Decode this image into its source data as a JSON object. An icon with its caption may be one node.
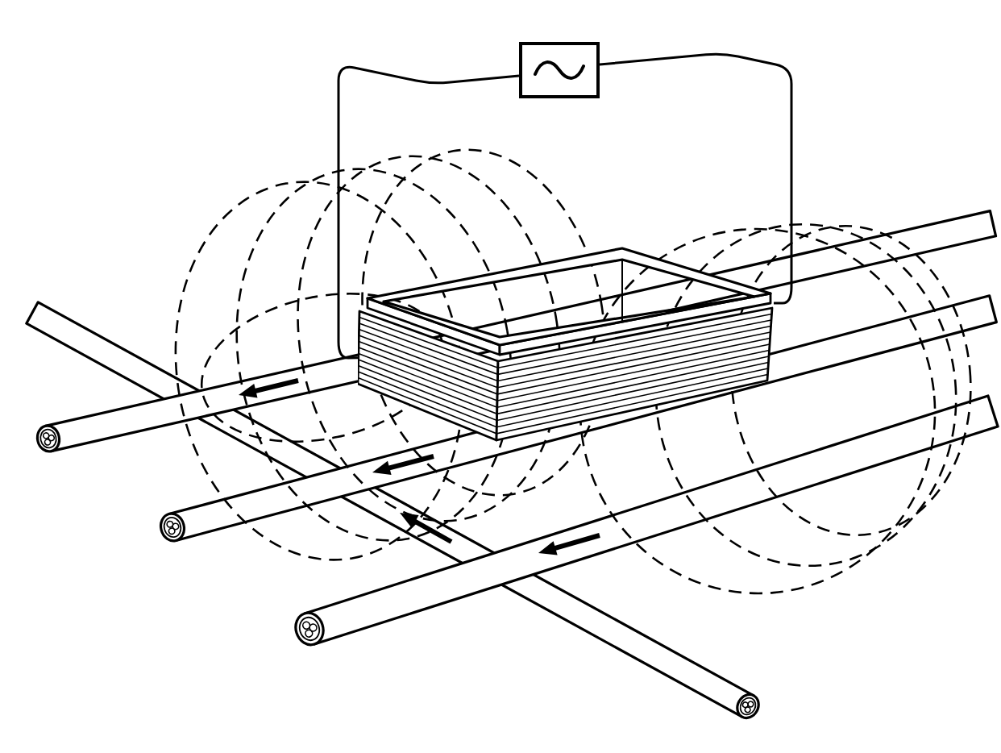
{
  "diagram": {
    "nodes": [
      {
        "text": [],
        "shape": "box"
      },
      {
        "text": [],
        "shape": "picture"
      }
    ],
    "edges": [
      {
        "from": 0,
        "to": 1,
        "arrow": "none"
      },
      {
        "from": 0,
        "to": 1,
        "arrow": "none"
      }
    ]
  }
}
